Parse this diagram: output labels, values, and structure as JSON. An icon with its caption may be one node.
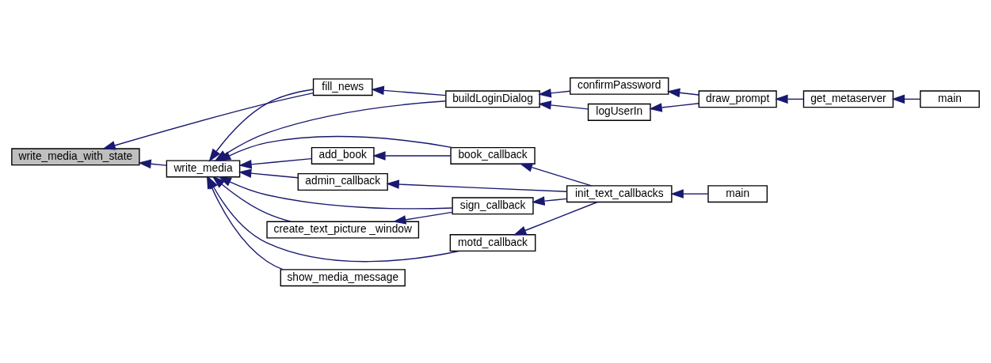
{
  "diagram": {
    "nodes": [
      {
        "text": [
          "write_media_with_state"
        ]
      },
      {
        "text": [
          "fill_news"
        ]
      },
      {
        "text": [
          "write_media"
        ]
      },
      {
        "text": [
          "buildLoginDialog"
        ]
      },
      {
        "text": [
          "confirmPassword"
        ]
      },
      {
        "text": [
          "logUserIn"
        ]
      },
      {
        "text": [
          "draw_prompt"
        ]
      },
      {
        "text": [
          "get_metaserver"
        ]
      },
      {
        "text": [
          "main"
        ]
      },
      {
        "text": [
          "add_book"
        ]
      },
      {
        "text": [
          "book_callback"
        ]
      },
      {
        "text": [
          "admin_callback"
        ]
      },
      {
        "text": [
          "init_text_callbacks"
        ]
      },
      {
        "text": [
          "main"
        ]
      },
      {
        "text": [
          "create_text_picture _window"
        ]
      },
      {
        "text": [
          "sign_callback"
        ]
      },
      {
        "text": [
          "motd_callback"
        ]
      },
      {
        "text": [
          "show_media_message"
        ]
      }
    ],
    "edges": [
      {
        "from": 1,
        "to": 0,
        "arrow": "to"
      },
      {
        "from": 2,
        "to": 0,
        "arrow": "to"
      },
      {
        "from": 3,
        "to": 1,
        "arrow": "to"
      },
      {
        "from": 3,
        "to": 2,
        "arrow": "to"
      },
      {
        "from": 4,
        "to": 3,
        "arrow": "to"
      },
      {
        "from": 5,
        "to": 3,
        "arrow": "to"
      },
      {
        "from": 6,
        "to": 4,
        "arrow": "to"
      },
      {
        "from": 6,
        "to": 5,
        "arrow": "to"
      },
      {
        "from": 7,
        "to": 6,
        "arrow": "to"
      },
      {
        "from": 8,
        "to": 7,
        "arrow": "to"
      },
      {
        "from": 1,
        "to": 2,
        "arrow": "to"
      },
      {
        "from": 9,
        "to": 2,
        "arrow": "to"
      },
      {
        "from": 10,
        "to": 9,
        "arrow": "to"
      },
      {
        "from": 10,
        "to": 2,
        "arrow": "to"
      },
      {
        "from": 11,
        "to": 2,
        "arrow": "to"
      },
      {
        "from": 12,
        "to": 10,
        "arrow": "to"
      },
      {
        "from": 12,
        "to": 11,
        "arrow": "to"
      },
      {
        "from": 12,
        "to": 15,
        "arrow": "to"
      },
      {
        "from": 12,
        "to": 16,
        "arrow": "to"
      },
      {
        "from": 13,
        "to": 12,
        "arrow": "to"
      },
      {
        "from": 14,
        "to": 2,
        "arrow": "to"
      },
      {
        "from": 15,
        "to": 14,
        "arrow": "to"
      },
      {
        "from": 15,
        "to": 2,
        "arrow": "to"
      },
      {
        "from": 16,
        "to": 2,
        "arrow": "to"
      },
      {
        "from": 17,
        "to": 2,
        "arrow": "to"
      }
    ]
  }
}
